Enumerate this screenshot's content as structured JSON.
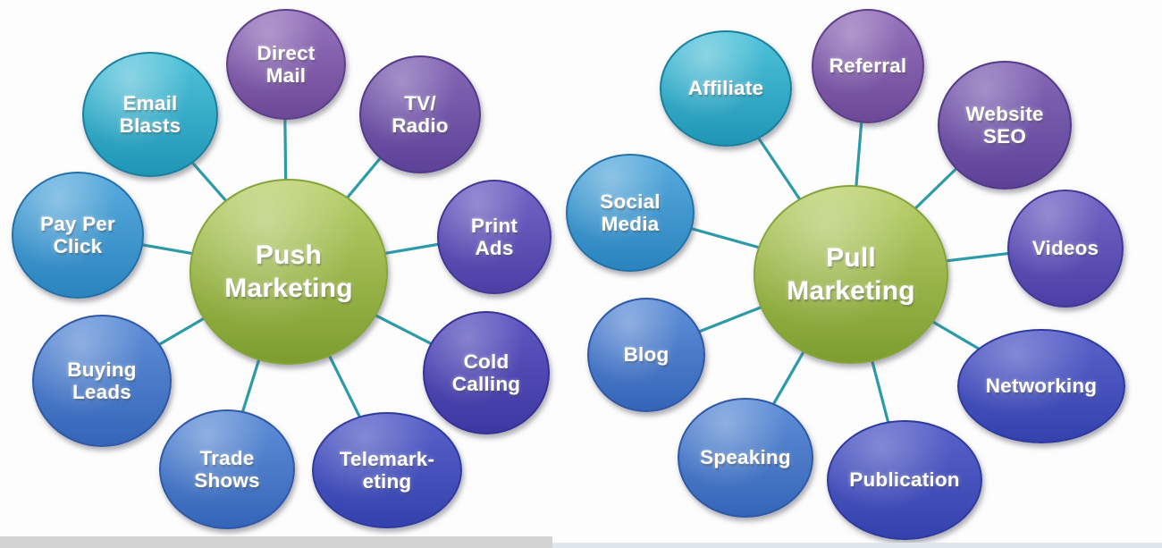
{
  "palette": {
    "cyan": {
      "top": "#4fc3da",
      "bottom": "#1f96b6",
      "border": "#1a7f9d"
    },
    "sky": {
      "top": "#58abdd",
      "bottom": "#2b84bf",
      "border": "#2471a8"
    },
    "steel": {
      "top": "#6090d8",
      "bottom": "#3565b8",
      "border": "#2f58a5"
    },
    "purple": {
      "top": "#9673bc",
      "bottom": "#6c4898",
      "border": "#5d3f87"
    },
    "violet": {
      "top": "#8568b6",
      "bottom": "#5d4298",
      "border": "#513a86"
    },
    "iviolet": {
      "top": "#7466c6",
      "bottom": "#4b3fa6",
      "border": "#423896"
    },
    "indigo": {
      "top": "#6058c2",
      "bottom": "#3e38a2",
      "border": "#363194"
    },
    "royal": {
      "top": "#5a62ca",
      "bottom": "#3442ae",
      "border": "#2e3a9e"
    },
    "green": {
      "top": "#b9d06a",
      "bottom": "#7d9d2e",
      "border": "#85a43c"
    },
    "connector": "#2d9aa8"
  },
  "diagrams": [
    {
      "id": "push-marketing",
      "hub": {
        "label": "Push\nMarketing"
      },
      "nodes": [
        {
          "label": "Email\nBlasts"
        },
        {
          "label": "Direct\nMail"
        },
        {
          "label": "TV/\nRadio"
        },
        {
          "label": "Print\nAds"
        },
        {
          "label": "Cold\nCalling"
        },
        {
          "label": "Telemark-\neting"
        },
        {
          "label": "Trade\nShows"
        },
        {
          "label": "Buying\nLeads"
        },
        {
          "label": "Pay Per\nClick"
        }
      ]
    },
    {
      "id": "pull-marketing",
      "hub": {
        "label": "Pull\nMarketing"
      },
      "nodes": [
        {
          "label": "Affiliate"
        },
        {
          "label": "Referral"
        },
        {
          "label": "Website\nSEO"
        },
        {
          "label": "Videos"
        },
        {
          "label": "Networking"
        },
        {
          "label": "Publication"
        },
        {
          "label": "Speaking"
        },
        {
          "label": "Blog"
        },
        {
          "label": "Social\nMedia"
        }
      ]
    }
  ]
}
